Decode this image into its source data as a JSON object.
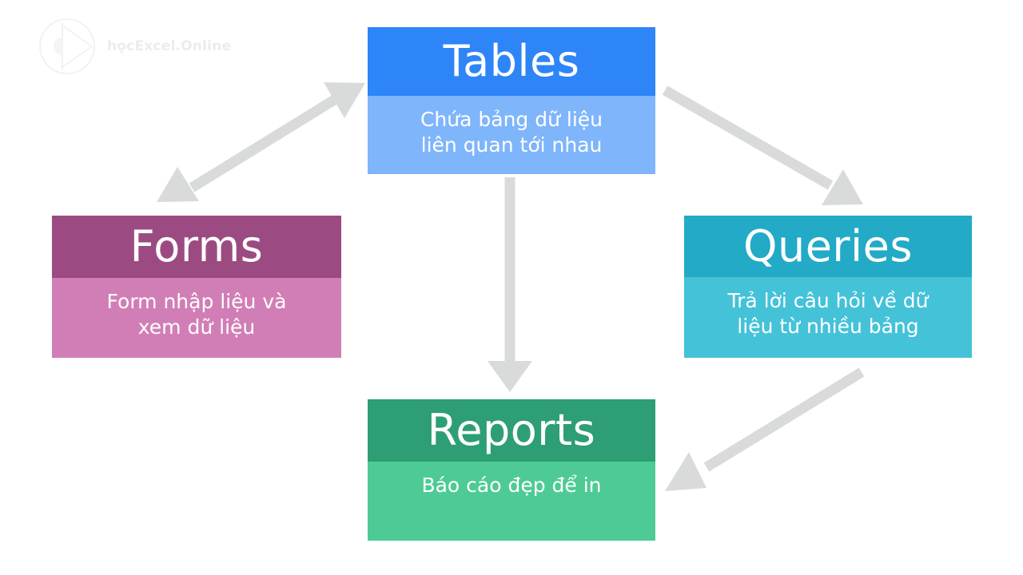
{
  "watermark": {
    "text": "họcExcel.Online",
    "logo_icon": "circle-play-logo-icon",
    "color": "#ececec"
  },
  "diagram": {
    "type": "flow-diagram",
    "background": "#ffffff",
    "arrow_color": "#d9dbda",
    "nodes": [
      {
        "id": "tables",
        "title": "Tables",
        "description": "Chứa bảng dữ liệu\nliên quan tới nhau",
        "header_color": "#2E85F7",
        "body_color": "#7FB5FB",
        "text_color": "#ffffff"
      },
      {
        "id": "forms",
        "title": "Forms",
        "description": "Form nhập liệu và\nxem dữ liệu",
        "header_color": "#9C4B82",
        "body_color": "#D27EB6",
        "text_color": "#ffffff"
      },
      {
        "id": "queries",
        "title": "Queries",
        "description": "Trả lời câu hỏi về dữ\nliệu từ nhiều bảng",
        "header_color": "#22AAC6",
        "body_color": "#44C2D8",
        "text_color": "#ffffff"
      },
      {
        "id": "reports",
        "title": "Reports",
        "description": "Báo cáo đẹp để in",
        "header_color": "#2E9E74",
        "body_color": "#4ECB95",
        "text_color": "#ffffff"
      }
    ],
    "connectors": [
      {
        "id": "tables-forms",
        "from": "tables",
        "to": "forms",
        "direction": "bidirectional"
      },
      {
        "id": "tables-queries",
        "from": "tables",
        "to": "queries",
        "direction": "forward"
      },
      {
        "id": "tables-reports",
        "from": "tables",
        "to": "reports",
        "direction": "forward"
      },
      {
        "id": "queries-reports",
        "from": "queries",
        "to": "reports",
        "direction": "forward"
      }
    ]
  }
}
